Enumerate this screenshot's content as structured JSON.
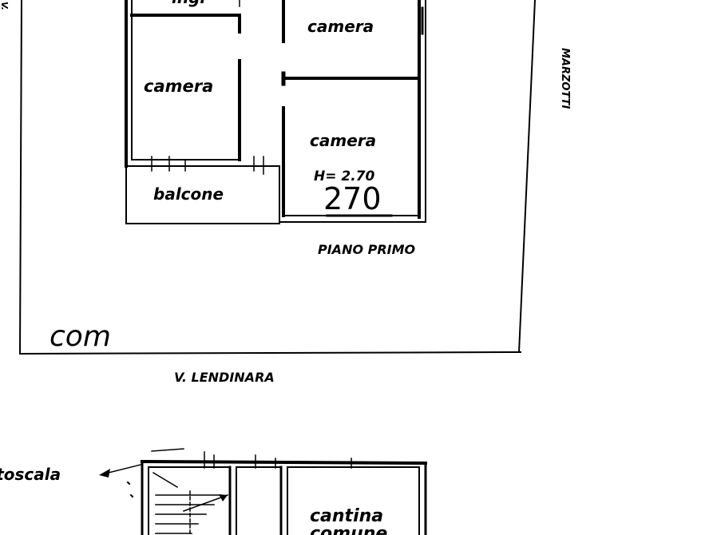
{
  "upper_plan": {
    "rooms": {
      "top_left_partial": "ingr",
      "top_right": "camera",
      "mid_left": "camera",
      "bottom_right": "camera",
      "balcony": "balcone"
    },
    "height_label": "H= 2.70",
    "height_handwritten": "270",
    "floor_caption": "PIANO PRIMO",
    "signature": "com",
    "street_bottom": "V. LENDINARA",
    "street_right": "MARZOTTI",
    "street_left_partial": "V."
  },
  "lower_plan": {
    "stair_label": "sottoscala",
    "room_label_1": "cantina",
    "room_label_2": "comune"
  }
}
